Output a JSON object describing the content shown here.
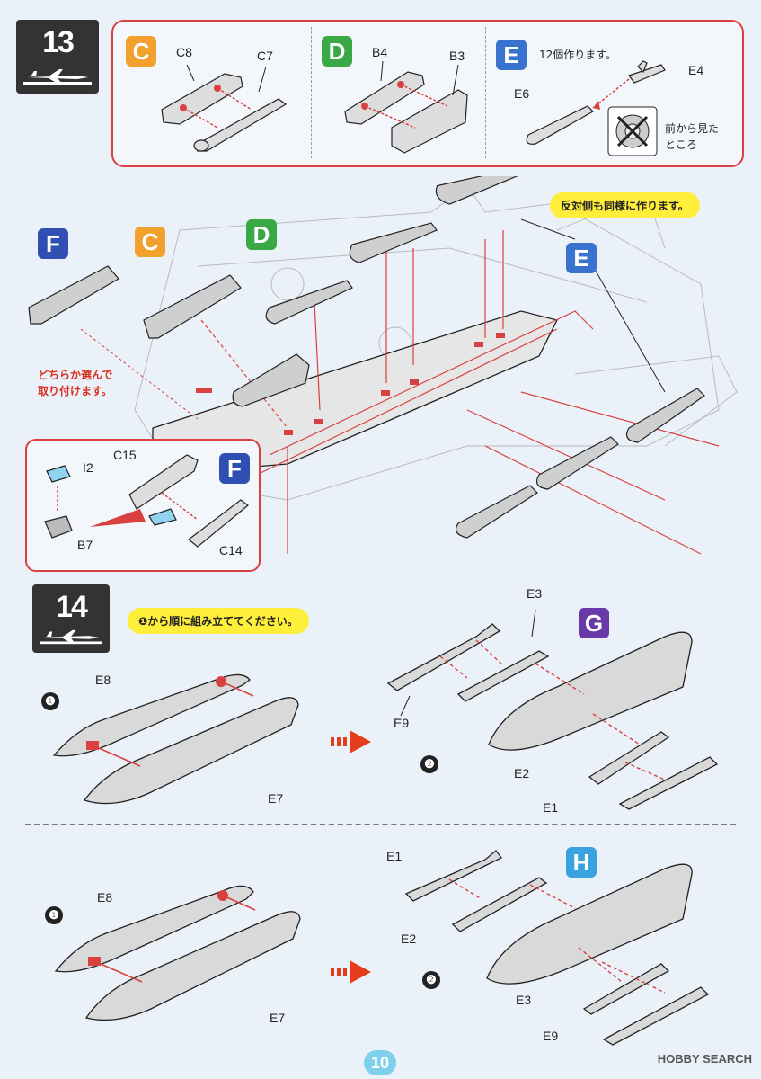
{
  "colors": {
    "C": "#f2a12c",
    "D": "#3aa845",
    "E": "#3a72d0",
    "F": "#2f4fb3",
    "G": "#6a39a8",
    "H": "#39a3df",
    "red": "#d94040",
    "bubble": "#ffef3a"
  },
  "step13": {
    "number": "13",
    "panel_c": {
      "badge": "C",
      "parts": [
        "C8",
        "C7"
      ]
    },
    "panel_d": {
      "badge": "D",
      "parts": [
        "B4",
        "B3"
      ]
    },
    "panel_e": {
      "badge": "E",
      "note": "12個作ります。",
      "parts": [
        "E4",
        "E6"
      ],
      "front_view_l1": "前から見た",
      "front_view_l2": "ところ"
    },
    "badges_main": {
      "f": "F",
      "c": "C",
      "d": "D",
      "e": "E"
    },
    "bubble": "反対側も同様に作ります。",
    "choose_l1": "どちらか選んで",
    "choose_l2": "取り付けます。",
    "sub_f": {
      "badge": "F",
      "parts": [
        "I2",
        "B7",
        "C15",
        "C14"
      ]
    }
  },
  "step14": {
    "number": "14",
    "bubble": "❶から順に組み立ててください。",
    "top": {
      "circle1": "❶",
      "circle2": "❷",
      "badge": "G",
      "parts": {
        "e8": "E8",
        "e7": "E7",
        "e3": "E3",
        "e9": "E9",
        "e2": "E2",
        "e1": "E1"
      }
    },
    "bottom": {
      "circle1": "❶",
      "circle2": "❷",
      "badge": "H",
      "parts": {
        "e8": "E8",
        "e7": "E7",
        "e1": "E1",
        "e2": "E2",
        "e3": "E3",
        "e9": "E9"
      }
    }
  },
  "page_number": "10",
  "watermark": "HOBBY SEARCH"
}
